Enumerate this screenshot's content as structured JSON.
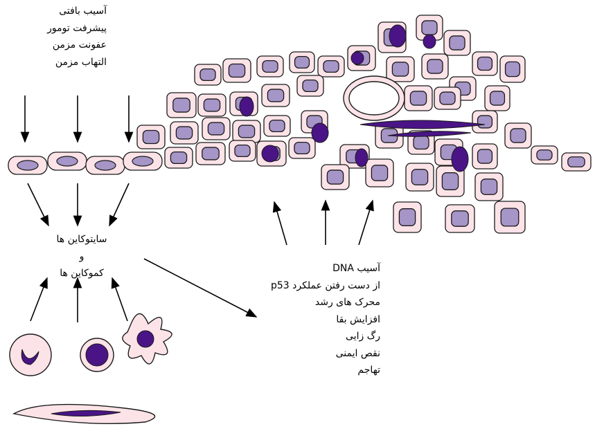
{
  "stressors": {
    "items": [
      "آسیب بافتی",
      "پیشرفت تومور",
      "عفونت مزمن",
      "التهاب مزمن"
    ]
  },
  "mediators": {
    "lines": [
      "سایتوکاین ها",
      "و",
      "کموکاین ها"
    ]
  },
  "effects": {
    "items": [
      "آسیب DNA",
      "از دست رفتن عملکرد p53",
      "محرک های رشد",
      "افزایش بقا",
      "رگ زایی",
      "نقص ایمنی",
      "تهاجم"
    ]
  },
  "colors": {
    "cell_fill": "#fbe3e7",
    "nucleus_fill": "#a695c7",
    "immune_nucleus_fill": "#4a1486",
    "vessel_fill": "#ffffff",
    "stroke": "#1a1a1a"
  }
}
